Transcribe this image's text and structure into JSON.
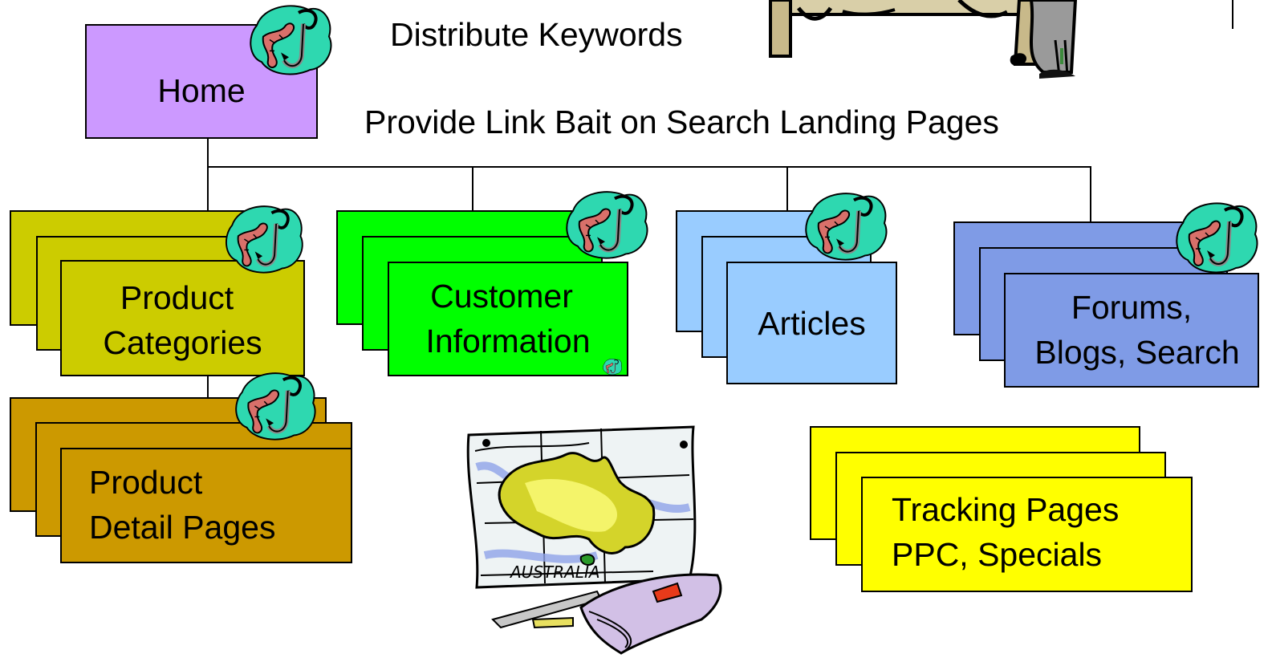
{
  "captions": {
    "distribute": "Distribute Keywords",
    "link_bait": "Provide Link Bait on Search Landing Pages"
  },
  "nodes": {
    "home": {
      "label": "Home",
      "color": "#cc99ff"
    },
    "product_categories": {
      "line1": "Product",
      "line2": "Categories",
      "color": "#cccc00"
    },
    "customer_information": {
      "line1": "Customer",
      "line2": "Information",
      "color": "#00ff00"
    },
    "articles": {
      "label": "Articles",
      "color": "#99ccff"
    },
    "forums": {
      "line1": "Forums,",
      "line2": "Blogs, Search",
      "color": "#7f9be6"
    },
    "product_detail": {
      "line1": "Product",
      "line2": "Detail Pages",
      "color": "#cc9900"
    },
    "tracking": {
      "line1": "Tracking Pages",
      "line2": "PPC, Specials",
      "color": "#ffff00"
    }
  },
  "clipart": {
    "bait_icon": "worm-on-hook-icon",
    "map_icon": "australia-map-icon",
    "map_text": "AUSTRALIA",
    "cartoon_icon": "cartoon-figure-icon"
  }
}
